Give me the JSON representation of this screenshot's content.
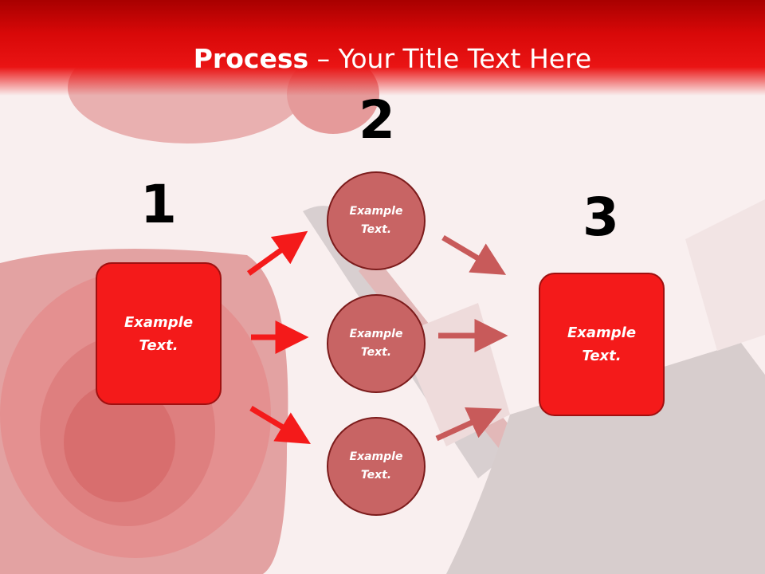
{
  "slide": {
    "title_bold": "Process",
    "title_rest": " – Your Title Text Here"
  },
  "steps": {
    "one": "1",
    "two": "2",
    "three": "3"
  },
  "nodes": {
    "start_box": "Example\nText.",
    "circle_top": "Example\nText.",
    "circle_middle": "Example\nText.",
    "circle_bottom": "Example\nText.",
    "end_box": "Example\nText."
  },
  "colors": {
    "title_band": "#d80808",
    "box_fill": "#f41a1a",
    "circle_fill": "#c86464",
    "arrow_bright": "#f41a1a",
    "arrow_muted": "#c85a5a"
  }
}
